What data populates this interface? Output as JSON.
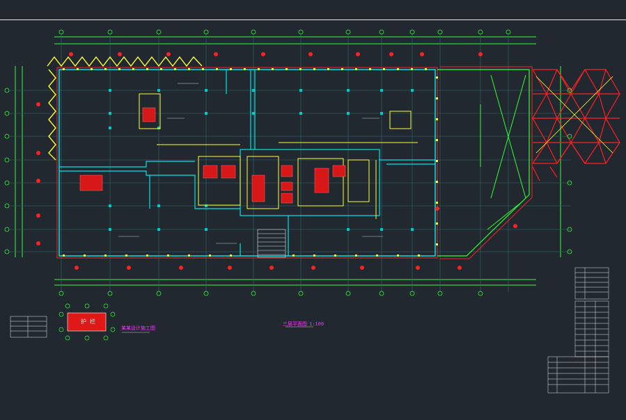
{
  "drawing": {
    "title_text": "三层平面图",
    "title_scale": "1:100",
    "detail_title": "某某设计施工图",
    "detail_block_text": "护 栏"
  },
  "colors": {
    "background": "#212830",
    "wall_red": "#ff2020",
    "grid_yellow": "#ffff33",
    "cyan": "#00e5e5",
    "green": "#33ff33",
    "white": "#e8e8e8",
    "magenta": "#ff33ff"
  },
  "icons": [
    "column-grid-bubble-icon",
    "section-marker-icon"
  ]
}
